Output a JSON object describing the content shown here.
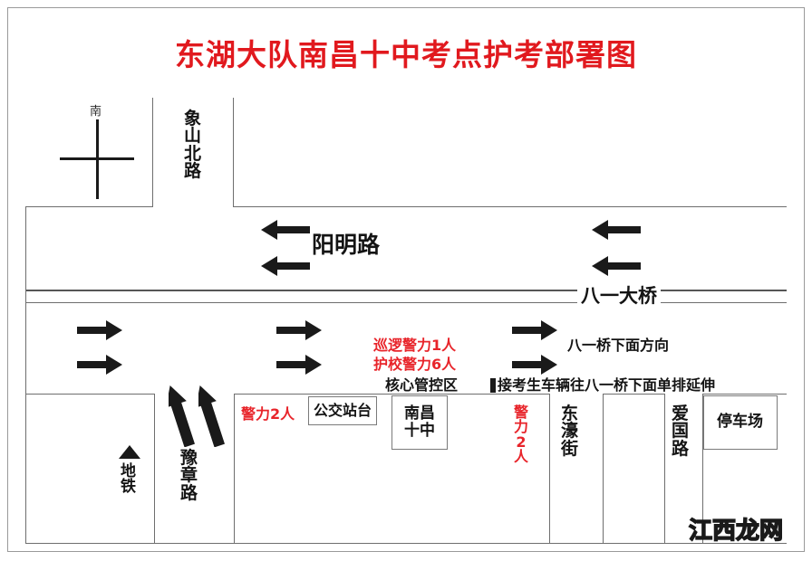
{
  "title": "东湖大队南昌十中考点护考部署图",
  "title_color": "#e1191e",
  "compass": {
    "label": "南"
  },
  "roads": {
    "xiangshan_beilu": "象山北路",
    "yangming_lu": "阳明路",
    "bayi_daqiao": "八一大桥",
    "yuzhang_lu": "豫章路",
    "donghao_jie": "东濠街",
    "aiguo_lu": "爱国路"
  },
  "annotations": {
    "bayi_bridge_direction": "八一桥下面方向",
    "pickup_queue": "接考生车辆往八一桥下面单排延伸",
    "core_control_zone": "核心管控区",
    "patrol_police": "巡逻警力1人",
    "school_guard_police": "护校警力6人",
    "police_west": "警力2人",
    "police_east": "警力2人"
  },
  "places": {
    "bus_stop": "公交站台",
    "school": "南昌\n十中",
    "school_line1": "南昌",
    "school_line2": "十中",
    "parking_lot": "停车场",
    "subway": "地铁"
  },
  "icons": {
    "compass_cross": "compass-cross-icon",
    "subway_triangle": "triangle-up-icon",
    "arrow_left": "arrow-left-icon",
    "arrow_right": "arrow-right-icon",
    "arrow_curve_up": "arrow-curve-up-icon",
    "gate_marker": "gate-marker-icon"
  },
  "watermark": {
    "part1": "江西",
    "part2": "龙网"
  },
  "colors": {
    "red": "#e8242a",
    "title_red": "#e1191e",
    "line": "#6e6e6e",
    "dark": "#1a1a1a"
  }
}
